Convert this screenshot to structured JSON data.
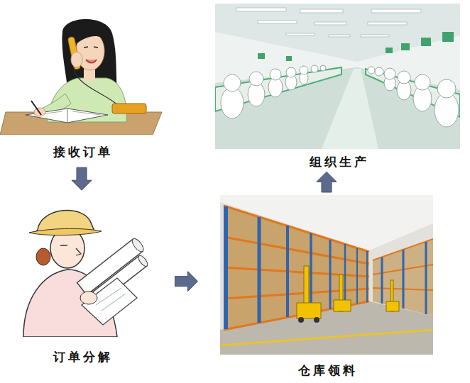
{
  "diagram": {
    "nodes": [
      {
        "text": [
          "接收订单"
        ]
      },
      {
        "text": [
          "订单分解"
        ]
      },
      {
        "text": [
          "仓库领料"
        ]
      },
      {
        "text": [
          "组织生产"
        ]
      }
    ],
    "edges": [
      {
        "from": 0,
        "to": 1,
        "arrow": "to"
      },
      {
        "from": 1,
        "to": 2,
        "arrow": "to"
      },
      {
        "from": 2,
        "to": 3,
        "arrow": "to"
      }
    ]
  }
}
